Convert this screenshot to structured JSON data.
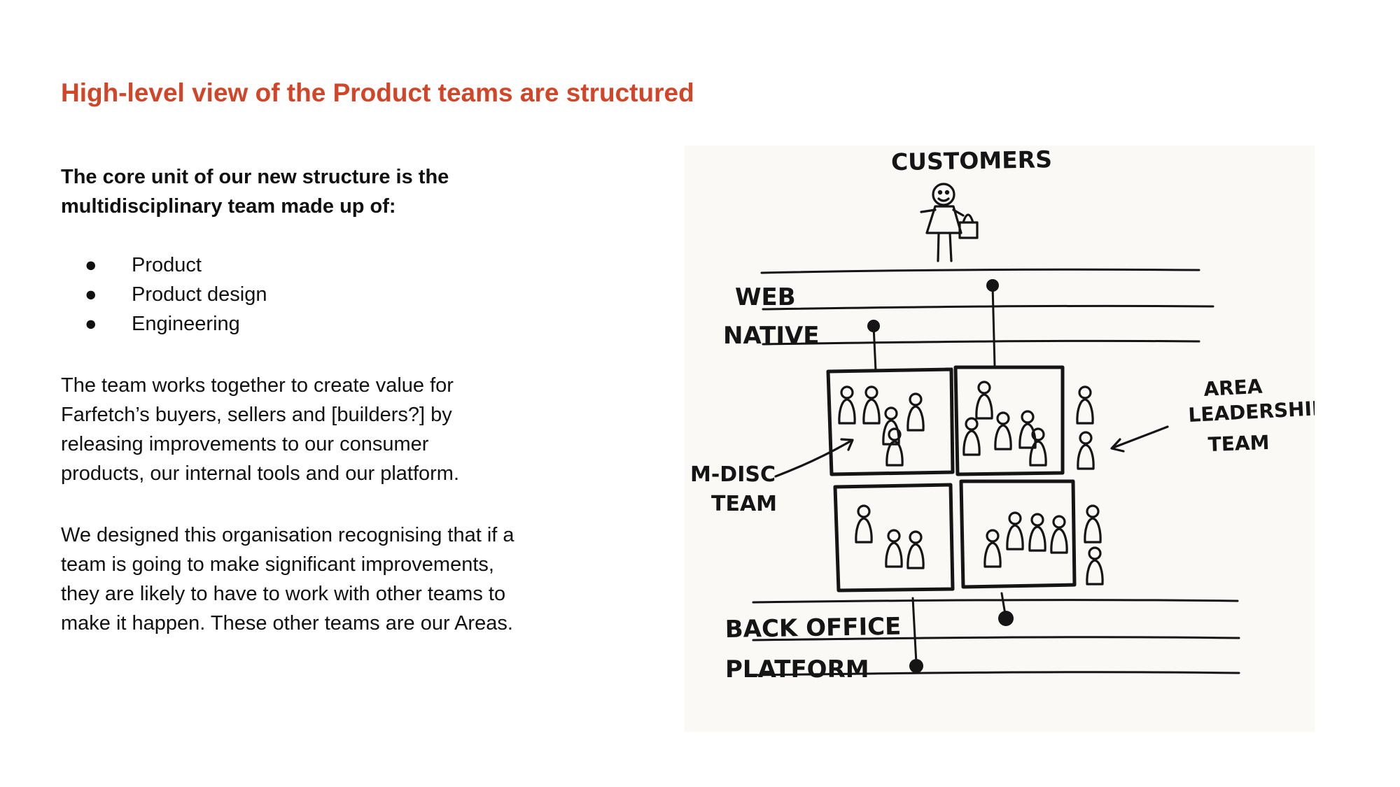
{
  "slide": {
    "title": "High-level view of the Product teams are structured",
    "intro": "The core unit of our new structure is the multidisciplinary team made up of:",
    "bullets": [
      "Product",
      "Product design",
      "Engineering"
    ],
    "bullet_glyph": "●",
    "paragraph_1": "The team works together to create value for Farfetch’s buyers, sellers and [builders?] by releasing improvements to our consumer products, our internal tools and our platform.",
    "paragraph_2": "We designed this organisation recognising that if a team is going to make significant improvements, they are likely to have to work with other teams to make it happen. These other teams are our Areas."
  },
  "sketch": {
    "labels": {
      "customers": "CUSTOMERS",
      "web": "WEB",
      "native": "NATIVE",
      "area_leadership_1": "AREA",
      "area_leadership_2": "LEADERSHIP",
      "area_leadership_3": "TEAM",
      "mdisc_1": "M-DISC",
      "mdisc_2": "TEAM",
      "back_office": "BACK OFFICE",
      "platform": "PLATFORM"
    }
  },
  "colors": {
    "title": "#d14529",
    "body_text": "#111111",
    "sketch_paper": "#faf9f6",
    "ink": "#151515"
  }
}
